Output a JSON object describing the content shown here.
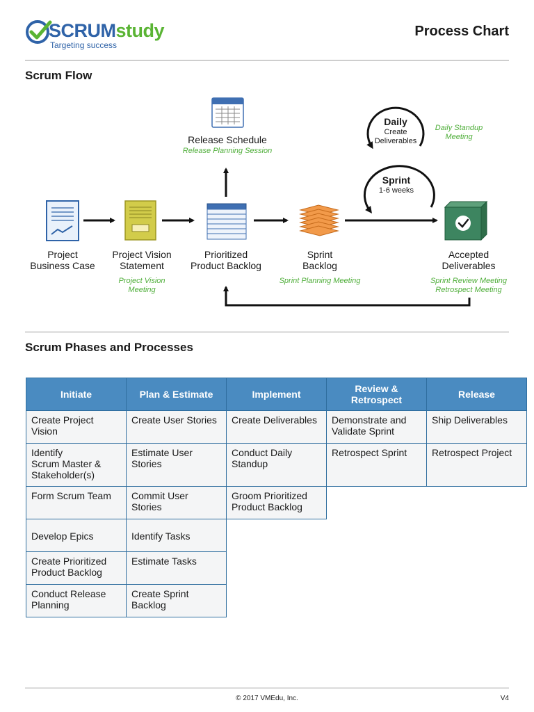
{
  "header": {
    "logo_scrum": "SCRUM",
    "logo_study": "study",
    "tagline": "Targeting success",
    "doc_title": "Process Chart"
  },
  "flow": {
    "section_title": "Scrum Flow",
    "release_schedule": {
      "label": "Release Schedule",
      "meeting": "Release Planning Session"
    },
    "steps": [
      {
        "label": "Project\nBusiness Case",
        "meeting": ""
      },
      {
        "label": "Project Vision\nStatement",
        "meeting": "Project Vision\nMeeting"
      },
      {
        "label": "Prioritized\nProduct Backlog",
        "meeting": ""
      },
      {
        "label": "Sprint\nBacklog",
        "meeting": "Sprint Planning Meeting"
      },
      {
        "label": "Accepted\nDeliverables",
        "meeting": "Sprint Review Meeting\nRetrospect Meeting"
      }
    ],
    "daily": {
      "title": "Daily",
      "line1": "Create",
      "line2": "Deliverables",
      "meeting": "Daily Standup\nMeeting"
    },
    "sprint": {
      "title": "Sprint",
      "duration": "1-6 weeks"
    }
  },
  "phases": {
    "section_title": "Scrum Phases and Processes",
    "columns": [
      {
        "name": "Initiate",
        "processes": [
          "Create Project\nVision",
          "Identify\nScrum Master &\nStakeholder(s)",
          "Form Scrum Team",
          "Develop Epics",
          "Create Prioritized\nProduct Backlog",
          "Conduct Release\nPlanning"
        ]
      },
      {
        "name": "Plan & Estimate",
        "processes": [
          "Create User Stories",
          "Estimate User\nStories",
          "Commit User\nStories",
          "Identify Tasks",
          "Estimate Tasks",
          "Create Sprint\nBacklog"
        ]
      },
      {
        "name": "Implement",
        "processes": [
          "Create Deliverables",
          "Conduct Daily\nStandup",
          "Groom Prioritized\nProduct Backlog"
        ]
      },
      {
        "name": "Review &\nRetrospect",
        "processes": [
          "Demonstrate and\nValidate Sprint",
          "Retrospect Sprint"
        ]
      },
      {
        "name": "Release",
        "processes": [
          "Ship Deliverables",
          "Retrospect Project"
        ]
      }
    ]
  },
  "footer": {
    "copyright": "© 2017 VMEdu, Inc.",
    "version": "V4"
  },
  "colors": {
    "brand_blue": "#2f63a8",
    "brand_green": "#5ab434",
    "header_blue": "#4a8bc1",
    "meeting_green": "#4fae3a"
  }
}
